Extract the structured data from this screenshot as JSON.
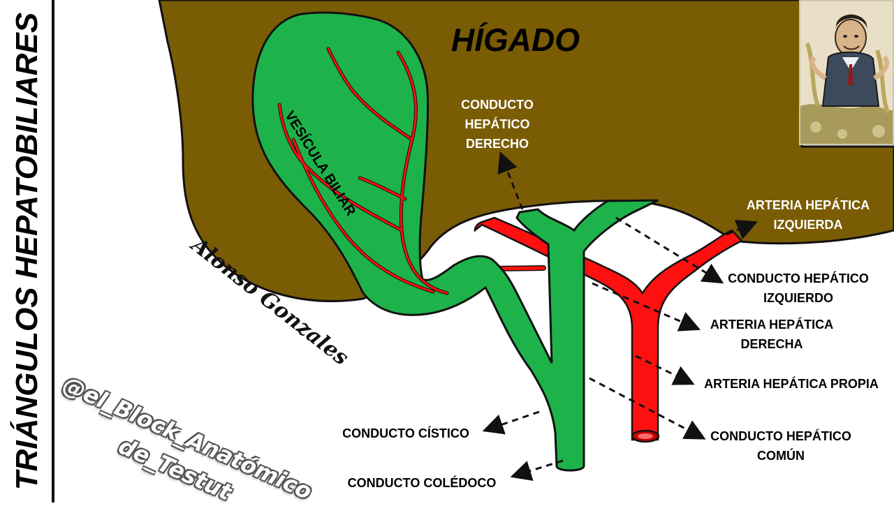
{
  "title": "TRIÁNGULOS HEPATOBILIARES",
  "organ_label": "HÍGADO",
  "gallbladder_label": "VESÍCULA BILIAR",
  "author_signature": "Alonso Gonzales",
  "watermark": {
    "line1": "@el_Block_Anatómico",
    "line2": "de_Testut"
  },
  "labels": {
    "right_hepatic_duct": [
      "CONDUCTO",
      "HEPÁTICO",
      "DERECHO"
    ],
    "left_hepatic_artery": [
      "ARTERIA HEPÁTICA",
      "IZQUIERDA"
    ],
    "left_hepatic_duct": [
      "CONDUCTO HEPÁTICO",
      "IZQUIERDO"
    ],
    "right_hepatic_artery": [
      "ARTERIA HEPÁTICA",
      "DERECHA"
    ],
    "proper_hepatic_artery": [
      "ARTERIA HEPÁTICA PROPIA"
    ],
    "common_hepatic_duct": [
      "CONDUCTO HEPÁTICO",
      "COMÚN"
    ],
    "cystic_duct": [
      "CONDUCTO CÍSTICO"
    ],
    "common_bile_duct": [
      "CONDUCTO COLÉDOCO"
    ]
  },
  "colors": {
    "liver": "#7a5c05",
    "duct": "#1db34a",
    "artery": "#ff1010",
    "outline": "#111111",
    "background": "#ffffff"
  },
  "photo": {
    "icon": "portrait-caricature-image"
  }
}
